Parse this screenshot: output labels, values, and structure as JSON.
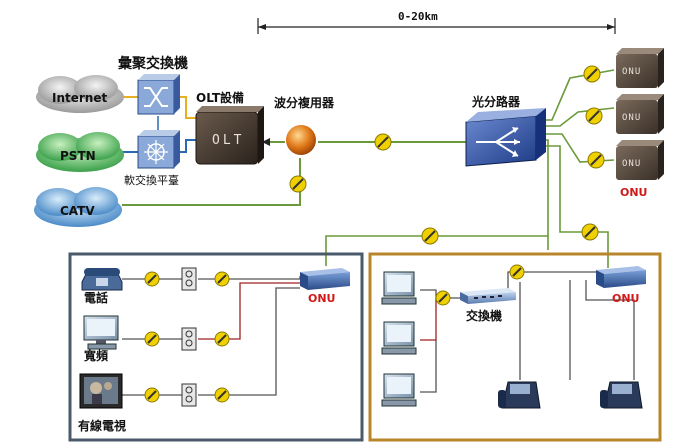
{
  "title": "彙聚交換機",
  "distance": "0-20km",
  "clouds": {
    "internet": "Internet",
    "pstn": "PSTN",
    "catv": "CATV"
  },
  "olt": {
    "label": "OLT設備",
    "face_text": "OLT"
  },
  "softswitch": "軟交換平臺",
  "wdm": "波分複用器",
  "splitter": "光分路器",
  "onu_top": {
    "face_text": "ONU",
    "label": "ONU"
  },
  "home_box": {
    "onu_label": "ONU",
    "devices": [
      "電話",
      "寬頻",
      "有線電視"
    ]
  },
  "office_box": {
    "onu_label": "ONU",
    "switch_label": "交換機"
  },
  "colors": {
    "fiber": "#6a9a3a",
    "connector": "#f0d000",
    "home_border": "#4a5a6a",
    "office_border": "#b8862b",
    "onu_red": "#d01818"
  }
}
